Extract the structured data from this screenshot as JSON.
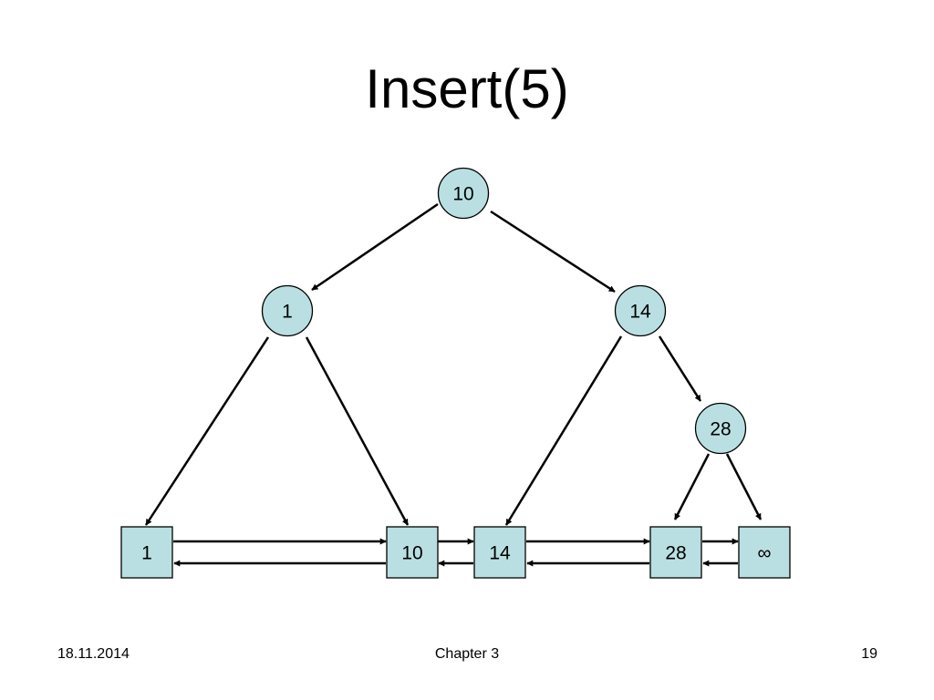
{
  "slide": {
    "title": "Insert(5)"
  },
  "tree": {
    "nodes": {
      "root": "10",
      "left": "1",
      "right": "14",
      "right_right": "28"
    },
    "leaves": [
      "1",
      "10",
      "14",
      "28",
      "∞"
    ]
  },
  "colors": {
    "node_fill": "#b9dfe2",
    "stroke": "#000000"
  },
  "footer": {
    "date": "18.11.2014",
    "chapter": "Chapter 3",
    "page": "19"
  }
}
